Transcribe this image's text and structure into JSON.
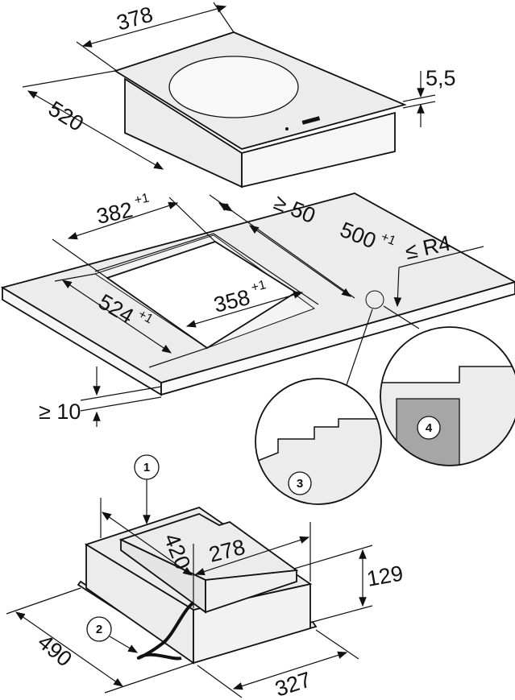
{
  "hob": {
    "width": "378",
    "depth": "520",
    "glass_thickness": "5,5"
  },
  "cutout": {
    "width": "382",
    "width_tol": "+1",
    "depth": "524",
    "depth_tol": "+1",
    "inner_width": "358",
    "inner_width_tol": "+1",
    "inner_depth": "500",
    "inner_depth_tol": "+1",
    "min_back_distance": "≥ 50",
    "max_radius": "≤ R4",
    "min_worktop_thickness": "≥ 10"
  },
  "housing": {
    "depth": "420",
    "inner_width": "278",
    "height": "129",
    "frame_depth": "490",
    "width": "327"
  },
  "callouts": [
    "1",
    "2",
    "3",
    "4"
  ],
  "colors": {
    "surface": "#ececec",
    "detail_fill": "#a6a6a6",
    "line": "#111111"
  }
}
